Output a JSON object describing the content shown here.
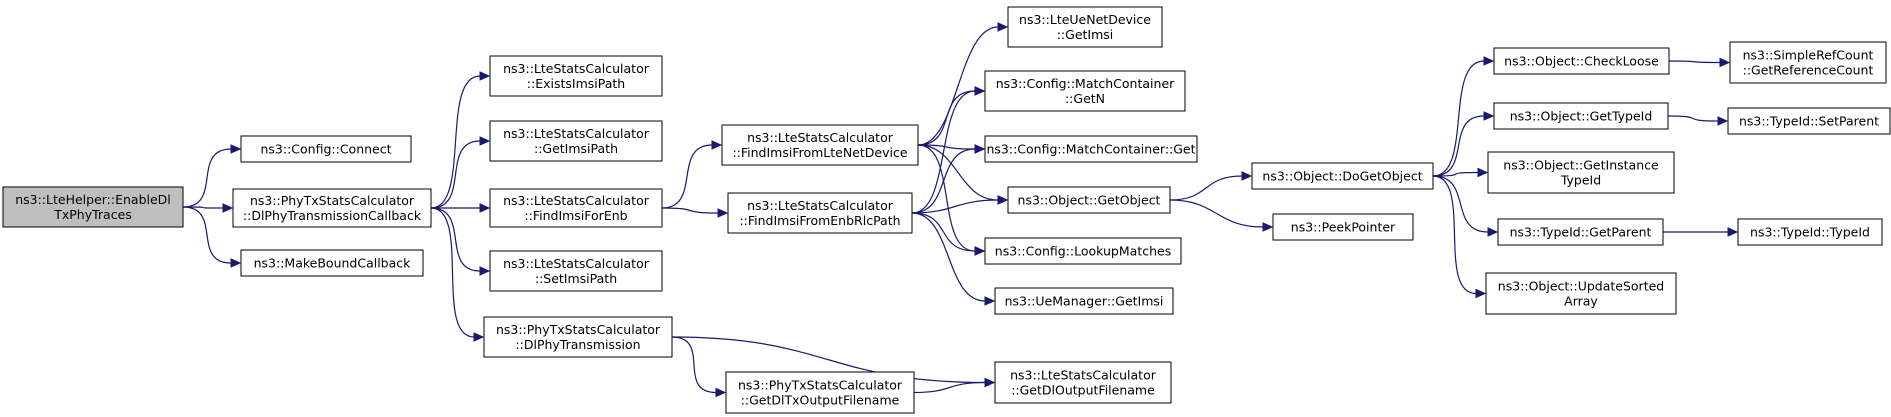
{
  "colors": {
    "node_fill": "#ffffff",
    "root_fill": "#bfbfbf",
    "node_border": "#000000",
    "edge": "#191970"
  },
  "nodes": [
    {
      "id": "root",
      "lines": [
        "ns3::LteHelper::EnableDl",
        "TxPhyTraces"
      ],
      "root": true
    },
    {
      "id": "config_connect",
      "lines": [
        "ns3::Config::Connect"
      ]
    },
    {
      "id": "dlphytx_cb",
      "lines": [
        "ns3::PhyTxStatsCalculator",
        "::DlPhyTransmissionCallback"
      ]
    },
    {
      "id": "make_bound_cb",
      "lines": [
        "ns3::MakeBoundCallback"
      ]
    },
    {
      "id": "exists_imsi",
      "lines": [
        "ns3::LteStatsCalculator",
        "::ExistsImsiPath"
      ]
    },
    {
      "id": "get_imsi_path",
      "lines": [
        "ns3::LteStatsCalculator",
        "::GetImsiPath"
      ]
    },
    {
      "id": "find_imsi_enb",
      "lines": [
        "ns3::LteStatsCalculator",
        "::FindImsiForEnb"
      ]
    },
    {
      "id": "set_imsi_path",
      "lines": [
        "ns3::LteStatsCalculator",
        "::SetImsiPath"
      ]
    },
    {
      "id": "dlphytx",
      "lines": [
        "ns3::PhyTxStatsCalculator",
        "::DlPhyTransmission"
      ]
    },
    {
      "id": "find_from_ue",
      "lines": [
        "ns3::LteStatsCalculator",
        "::FindImsiFromLteNetDevice"
      ]
    },
    {
      "id": "find_from_enb_rlc",
      "lines": [
        "ns3::LteStatsCalculator",
        "::FindImsiFromEnbRlcPath"
      ]
    },
    {
      "id": "get_dltx_fn",
      "lines": [
        "ns3::PhyTxStatsCalculator",
        "::GetDlTxOutputFilename"
      ]
    },
    {
      "id": "ue_get_imsi",
      "lines": [
        "ns3::LteUeNetDevice",
        "::GetImsi"
      ]
    },
    {
      "id": "mc_getn",
      "lines": [
        "ns3::Config::MatchContainer",
        "::GetN"
      ]
    },
    {
      "id": "mc_get",
      "lines": [
        "ns3::Config::MatchContainer::Get"
      ]
    },
    {
      "id": "obj_getobject",
      "lines": [
        "ns3::Object::GetObject"
      ]
    },
    {
      "id": "lookup_matches",
      "lines": [
        "ns3::Config::LookupMatches"
      ]
    },
    {
      "id": "uemgr_getimsi",
      "lines": [
        "ns3::UeManager::GetImsi"
      ]
    },
    {
      "id": "get_dl_output_fn",
      "lines": [
        "ns3::LteStatsCalculator",
        "::GetDlOutputFilename"
      ]
    },
    {
      "id": "do_get_object",
      "lines": [
        "ns3::Object::DoGetObject"
      ]
    },
    {
      "id": "peek_pointer",
      "lines": [
        "ns3::PeekPointer"
      ]
    },
    {
      "id": "check_loose",
      "lines": [
        "ns3::Object::CheckLoose"
      ]
    },
    {
      "id": "get_typeid",
      "lines": [
        "ns3::Object::GetTypeId"
      ]
    },
    {
      "id": "get_instance_typeid",
      "lines": [
        "ns3::Object::GetInstance",
        "TypeId"
      ]
    },
    {
      "id": "typeid_getparent",
      "lines": [
        "ns3::TypeId::GetParent"
      ]
    },
    {
      "id": "update_sorted",
      "lines": [
        "ns3::Object::UpdateSorted",
        "Array"
      ]
    },
    {
      "id": "get_ref_count",
      "lines": [
        "ns3::SimpleRefCount",
        "::GetReferenceCount"
      ]
    },
    {
      "id": "typeid_setparent",
      "lines": [
        "ns3::TypeId::SetParent"
      ]
    },
    {
      "id": "typeid_typeid",
      "lines": [
        "ns3::TypeId::TypeId"
      ]
    }
  ],
  "edges": [
    [
      "root",
      "config_connect"
    ],
    [
      "root",
      "dlphytx_cb"
    ],
    [
      "root",
      "make_bound_cb"
    ],
    [
      "dlphytx_cb",
      "exists_imsi"
    ],
    [
      "dlphytx_cb",
      "get_imsi_path"
    ],
    [
      "dlphytx_cb",
      "find_imsi_enb"
    ],
    [
      "dlphytx_cb",
      "set_imsi_path"
    ],
    [
      "dlphytx_cb",
      "dlphytx"
    ],
    [
      "find_imsi_enb",
      "find_from_ue"
    ],
    [
      "find_imsi_enb",
      "find_from_enb_rlc"
    ],
    [
      "dlphytx",
      "get_dltx_fn"
    ],
    [
      "dlphytx",
      "get_dl_output_fn"
    ],
    [
      "get_dltx_fn",
      "get_dl_output_fn"
    ],
    [
      "find_from_ue",
      "ue_get_imsi"
    ],
    [
      "find_from_ue",
      "mc_getn"
    ],
    [
      "find_from_ue",
      "mc_get"
    ],
    [
      "find_from_ue",
      "obj_getobject"
    ],
    [
      "find_from_ue",
      "lookup_matches"
    ],
    [
      "find_from_enb_rlc",
      "mc_getn"
    ],
    [
      "find_from_enb_rlc",
      "mc_get"
    ],
    [
      "find_from_enb_rlc",
      "obj_getobject"
    ],
    [
      "find_from_enb_rlc",
      "lookup_matches"
    ],
    [
      "find_from_enb_rlc",
      "uemgr_getimsi"
    ],
    [
      "obj_getobject",
      "do_get_object"
    ],
    [
      "obj_getobject",
      "peek_pointer"
    ],
    [
      "do_get_object",
      "check_loose"
    ],
    [
      "do_get_object",
      "get_typeid"
    ],
    [
      "do_get_object",
      "get_instance_typeid"
    ],
    [
      "do_get_object",
      "typeid_getparent"
    ],
    [
      "do_get_object",
      "update_sorted"
    ],
    [
      "check_loose",
      "get_ref_count"
    ],
    [
      "get_typeid",
      "typeid_setparent"
    ],
    [
      "typeid_getparent",
      "typeid_typeid"
    ]
  ]
}
